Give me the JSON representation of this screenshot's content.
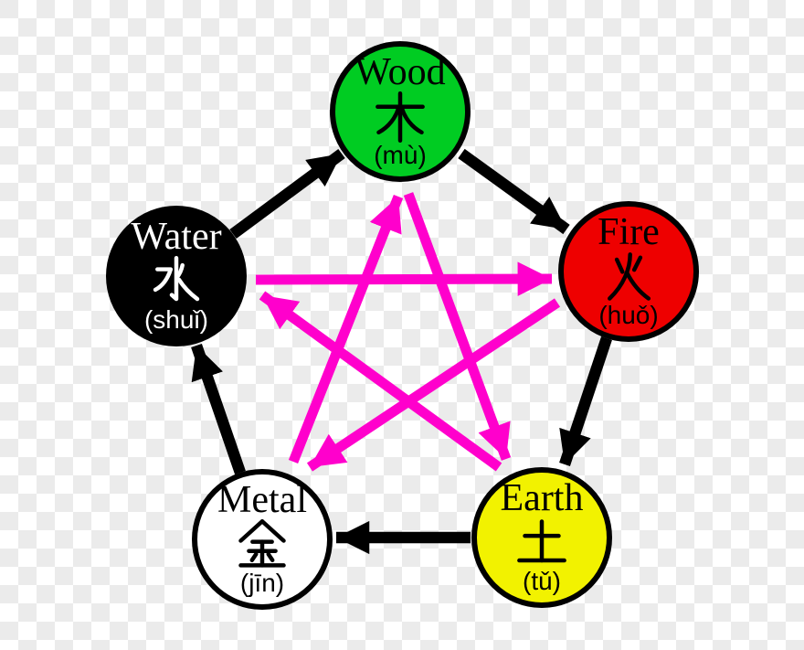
{
  "colors": {
    "wood_green": "#00cc22",
    "fire_red": "#ee0000",
    "earth_yellow": "#f2f200",
    "metal_white": "#ffffff",
    "water_black": "#000000",
    "generating_arrow_black": "#000000",
    "overcoming_arrow_magenta": "#ff00cc",
    "checker_gray": "#ebebeb",
    "checker_white": "#ffffff"
  },
  "nodes": [
    {
      "id": "wood",
      "name": "Wood",
      "character": "木",
      "pinyin": "(mù)",
      "fill": "#00cc22",
      "text_color": "#000000"
    },
    {
      "id": "fire",
      "name": "Fire",
      "character": "火",
      "pinyin": "(huǒ)",
      "fill": "#ee0000",
      "text_color": "#000000"
    },
    {
      "id": "earth",
      "name": "Earth",
      "character": "土",
      "pinyin": "(tǔ)",
      "fill": "#f2f200",
      "text_color": "#000000"
    },
    {
      "id": "metal",
      "name": "Metal",
      "character": "金",
      "pinyin": "(jīn)",
      "fill": "#ffffff",
      "text_color": "#000000"
    },
    {
      "id": "water",
      "name": "Water",
      "character": "水",
      "pinyin": "(shuǐ)",
      "fill": "#000000",
      "text_color": "#ffffff"
    }
  ],
  "edges": {
    "generating_cycle": {
      "color": "#000000",
      "pairs": [
        {
          "from": "Water",
          "to": "Wood"
        },
        {
          "from": "Wood",
          "to": "Fire"
        },
        {
          "from": "Fire",
          "to": "Earth"
        },
        {
          "from": "Earth",
          "to": "Metal"
        },
        {
          "from": "Metal",
          "to": "Water"
        }
      ]
    },
    "overcoming_cycle": {
      "color": "#ff00cc",
      "pairs": [
        {
          "from": "Wood",
          "to": "Earth"
        },
        {
          "from": "Earth",
          "to": "Water"
        },
        {
          "from": "Water",
          "to": "Fire"
        },
        {
          "from": "Fire",
          "to": "Metal"
        },
        {
          "from": "Metal",
          "to": "Wood"
        }
      ]
    }
  }
}
